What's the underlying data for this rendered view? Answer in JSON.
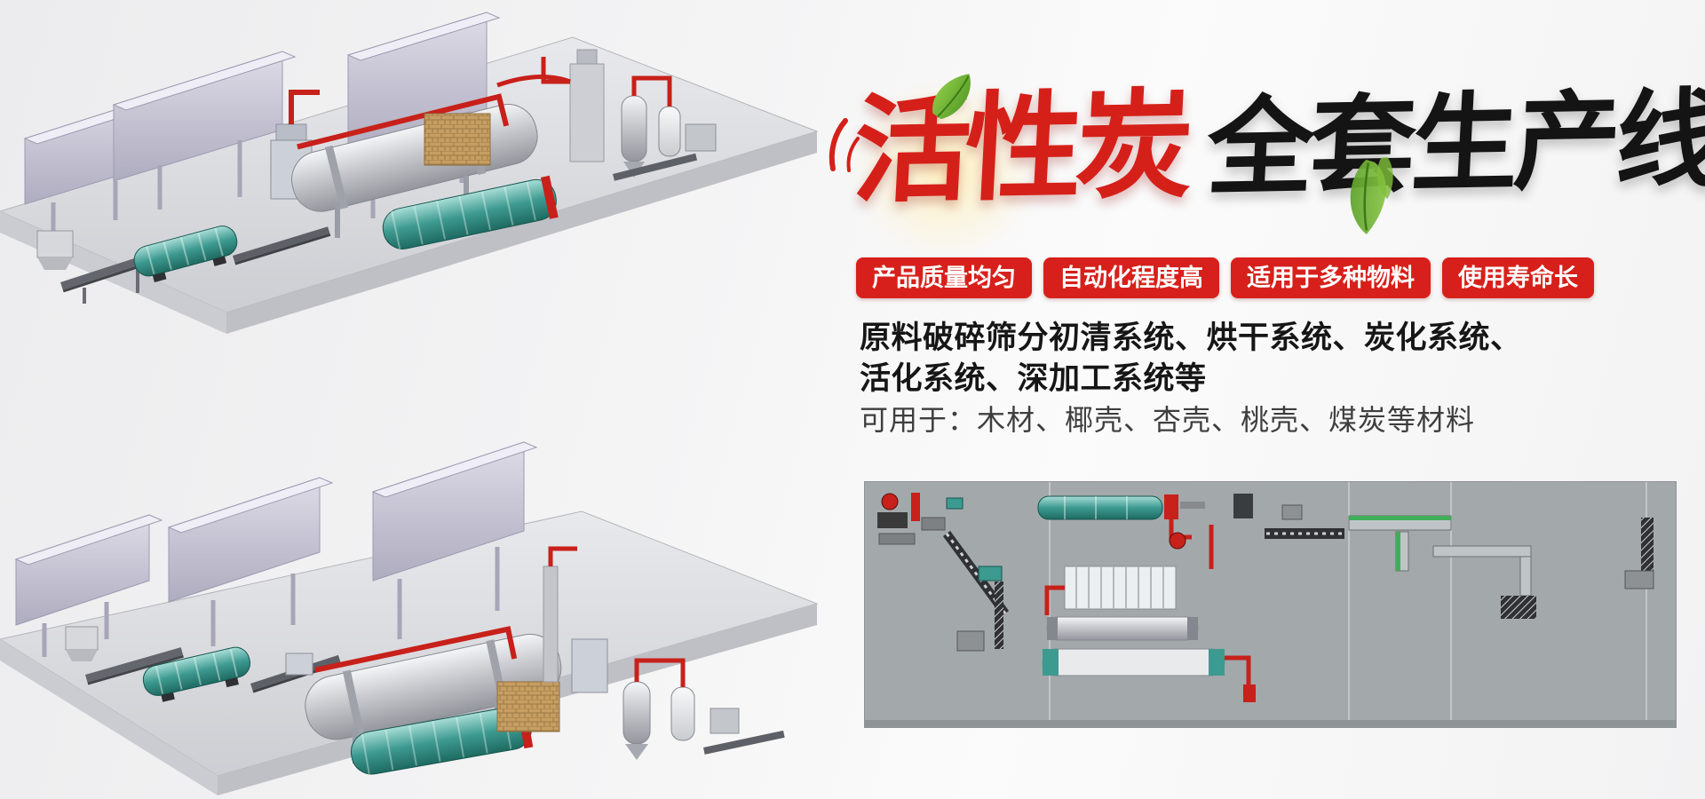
{
  "banner": {
    "title": {
      "red_text": "活性炭",
      "black_text": "全套生产线"
    },
    "badges": [
      {
        "label": "产品质量均匀"
      },
      {
        "label": "自动化程度高"
      },
      {
        "label": "适用于多种物料"
      },
      {
        "label": "使用寿命长"
      }
    ],
    "description": {
      "line1": "原料破碎筛分初清系统、烘干系统、炭化系统、",
      "line2": "活化系统、深加工系统等"
    },
    "applications": "可用于：木材、椰壳、杏壳、桃壳、煤炭等材料",
    "colors": {
      "badge_red": "#d7201b",
      "title_red": "#d5201a",
      "title_black": "#141414",
      "pipe_red": "#c8201a",
      "machine_teal": "#3d9a90",
      "leaf_green": "#6ab32e",
      "schematic_gray": "#a3a8ab"
    },
    "illustrations": {
      "top_render": "production-line-3d-render-top",
      "bottom_render": "production-line-3d-render-bottom",
      "schematic": "plant-layout-top-view"
    }
  }
}
